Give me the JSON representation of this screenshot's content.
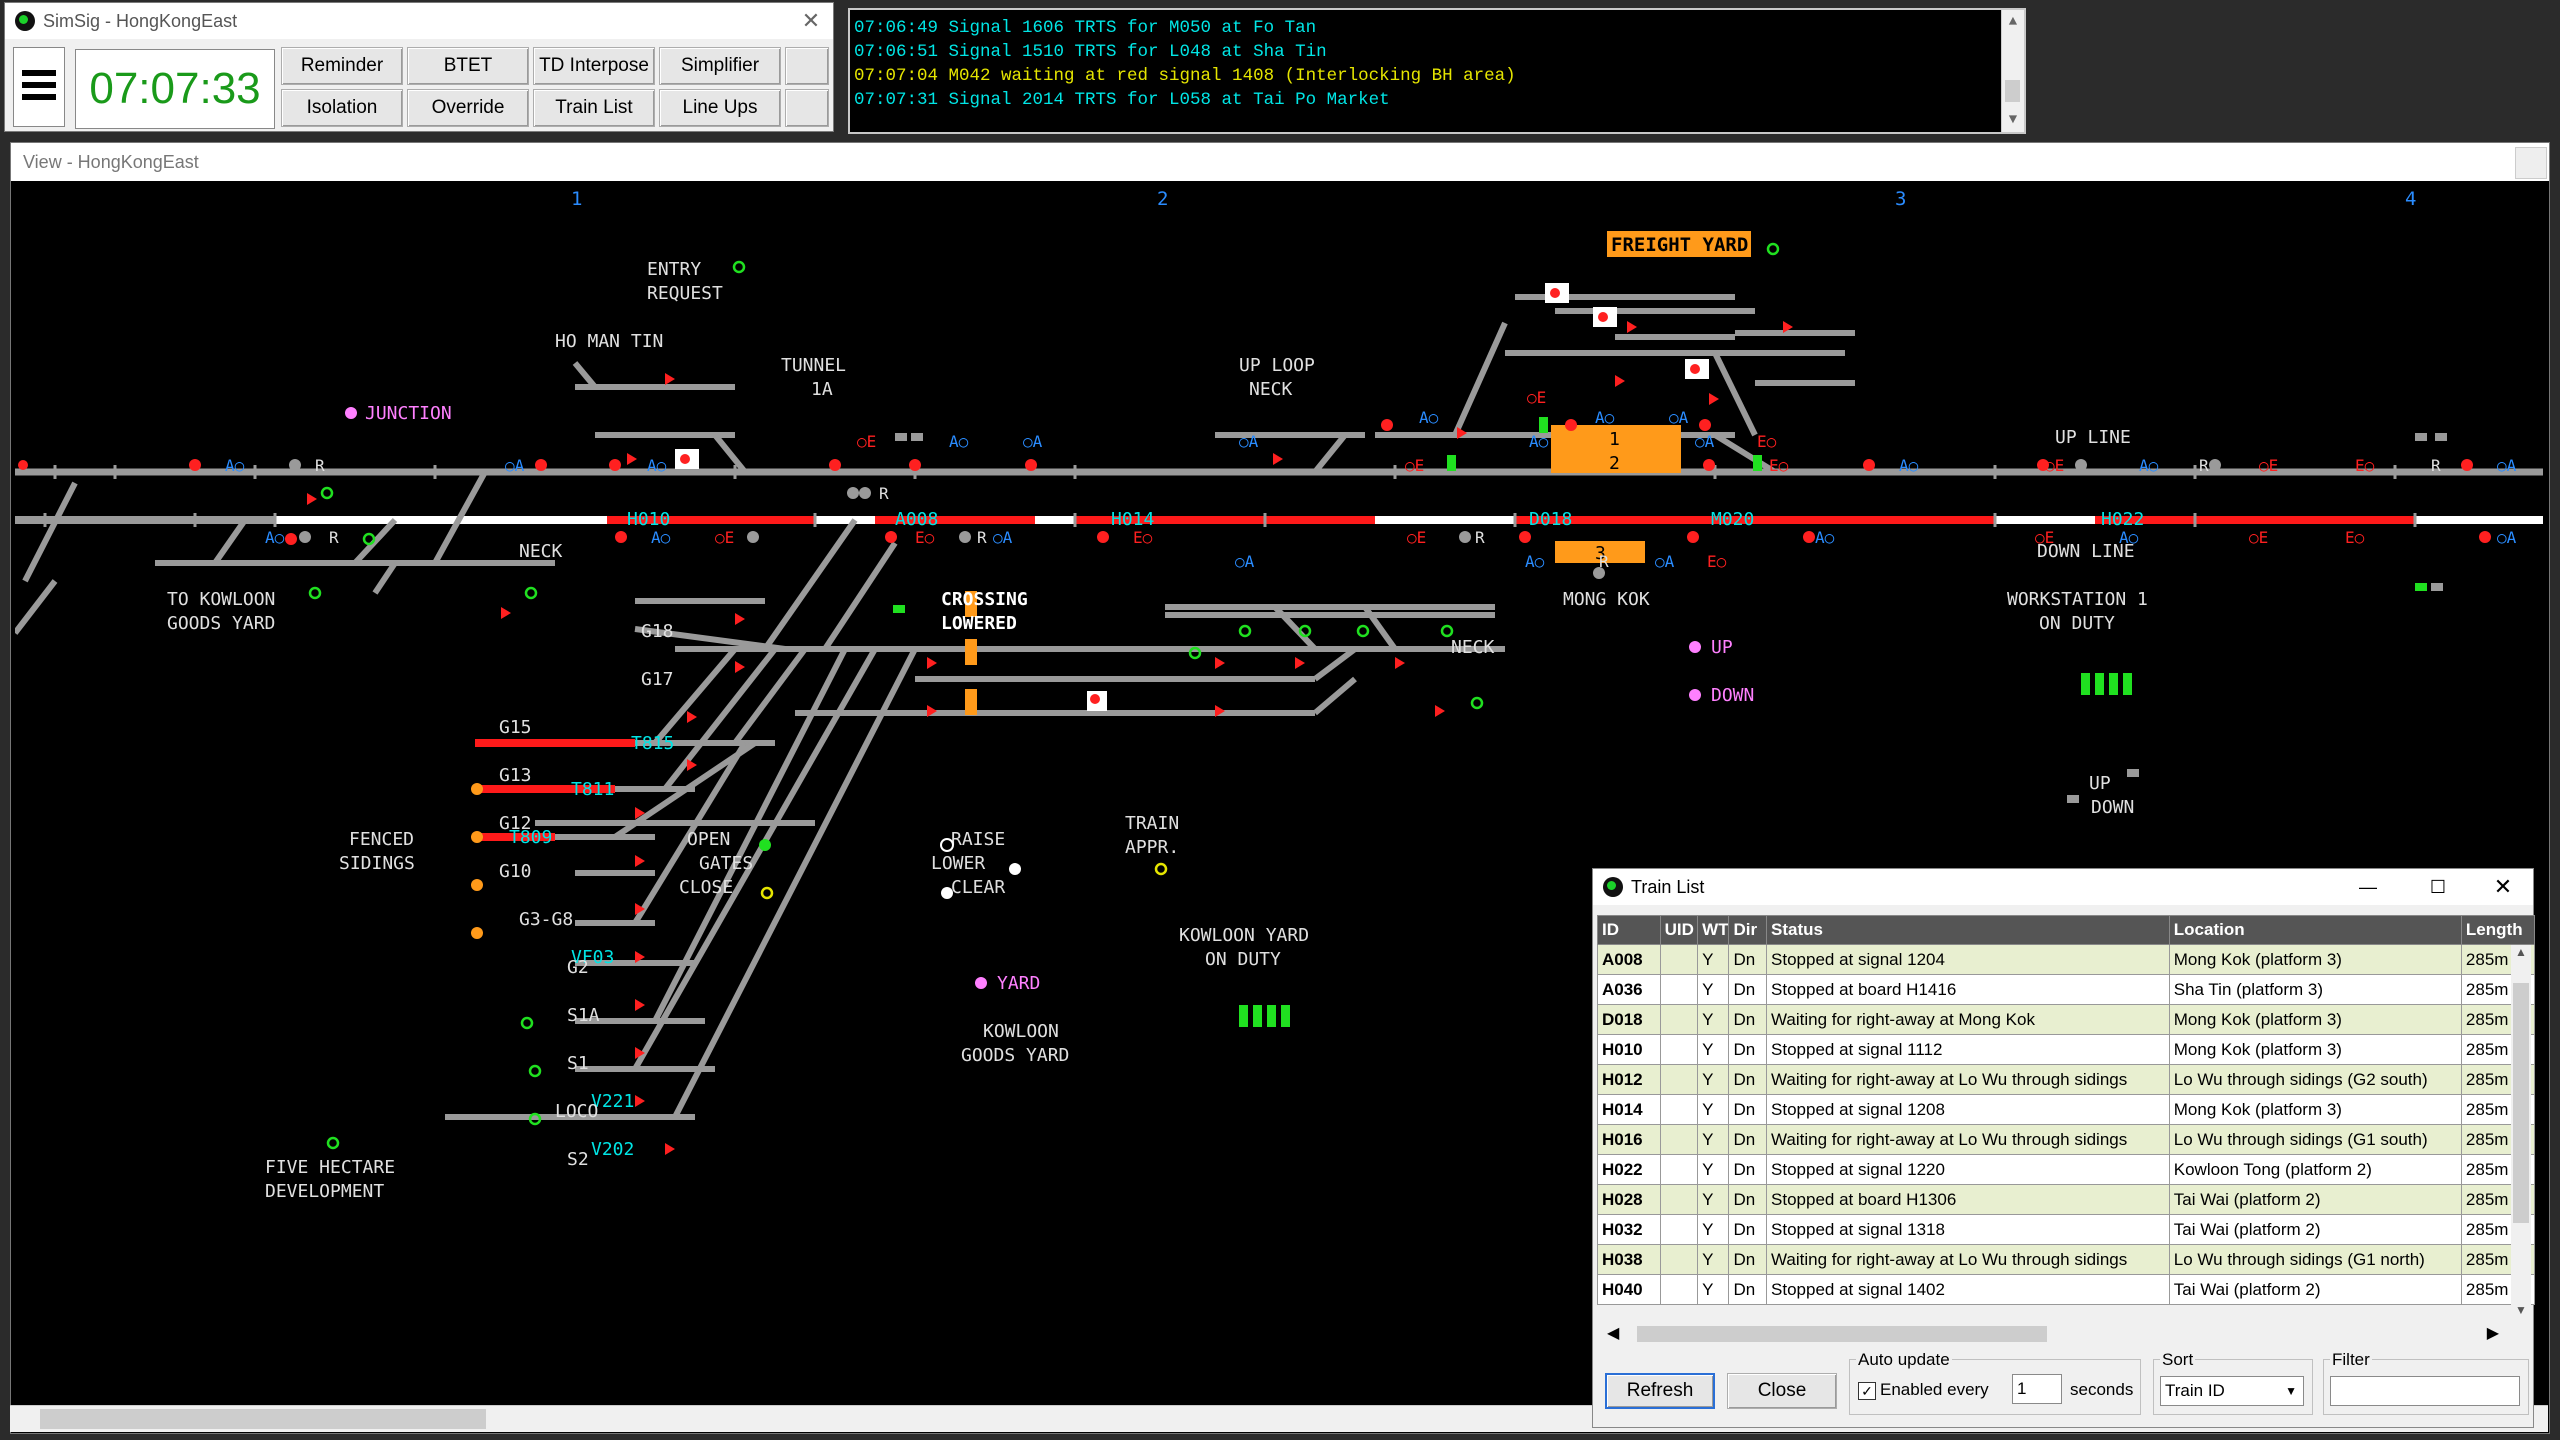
{
  "control": {
    "title": "SimSig - HongKongEast",
    "clock": "07:07:33",
    "buttons": [
      "Reminder",
      "BTET",
      "TD Interpose",
      "Simplifier",
      "Isolation",
      "Override",
      "Train List",
      "Line Ups"
    ]
  },
  "messages": [
    {
      "text": "07:06:49 Signal 1606 TRTS for M050 at Fo Tan",
      "color": "#00e5e5"
    },
    {
      "text": "07:06:51 Signal 1510 TRTS for L048 at Sha Tin",
      "color": "#00e5e5"
    },
    {
      "text": "07:07:04 M042 waiting at red signal 1408 (Interlocking BH area)",
      "color": "#e5e500"
    },
    {
      "text": "07:07:31 Signal 2014 TRTS for L058 at Tai Po Market",
      "color": "#00e5e5"
    }
  ],
  "view": {
    "title": "View - HongKongEast",
    "sections": [
      "1",
      "2",
      "3",
      "4"
    ],
    "labels": {
      "entry_request": "ENTRY",
      "entry_request2": "REQUEST",
      "ho_man_tin": "HO MAN TIN",
      "junction": "JUNCTION",
      "tunnel": "TUNNEL",
      "tunnel2": "1A",
      "up_loop_neck": "UP LOOP",
      "up_loop_neck2": "NECK",
      "freight_yard": "FREIGHT YARD",
      "up_line": "UP LINE",
      "down_line": "DOWN LINE",
      "neck_left": "NECK",
      "to_kowloon": "TO KOWLOON",
      "goods_yard": "GOODS YARD",
      "crossing": "CROSSING",
      "lowered": "LOWERED",
      "mong_kok": "MONG KOK",
      "workstation": "WORKSTATION 1",
      "on_duty": "ON DUTY",
      "neck_right": "NECK",
      "up": "UP",
      "down": "DOWN",
      "up2": "UP",
      "down2": "DOWN",
      "fenced": "FENCED",
      "sidings": "SIDINGS",
      "open": "OPEN",
      "gates": "GATES",
      "close": "CLOSE",
      "raise": "RAISE",
      "lower": "LOWER",
      "clear": "CLEAR",
      "train_appr": "TRAIN",
      "train_appr2": "APPR.",
      "yard": "YARD",
      "kowloon_goods": "KOWLOON",
      "kowloon_goods2": "GOODS YARD",
      "kowloon_yard": "KOWLOON YARD",
      "kowloon_yard2": "ON DUTY",
      "five_hectare": "FIVE HECTARE",
      "development": "DEVELOPMENT",
      "loco": "LOCO",
      "r": "R"
    },
    "sidings": [
      "G18",
      "G17",
      "G15",
      "G13",
      "G12",
      "G10",
      "G3-G8",
      "G2",
      "S1A",
      "S1",
      "S2"
    ],
    "platforms": [
      "1",
      "2",
      "3"
    ],
    "train_ids": {
      "main": [
        "H010",
        "A008",
        "H014",
        "D018",
        "M020",
        "H022"
      ],
      "sidings": [
        "T815",
        "T811",
        "T809",
        "VF03",
        "V221",
        "V202"
      ]
    }
  },
  "train_list": {
    "title": "Train List",
    "columns": [
      "ID",
      "UID",
      "WTT",
      "Dir",
      "Status",
      "Location",
      "Length"
    ],
    "rows": [
      [
        "A008",
        "",
        "Y",
        "Dn",
        "Stopped at signal 1204",
        "Mong Kok (platform 3)",
        "285m"
      ],
      [
        "A036",
        "",
        "Y",
        "Dn",
        "Stopped at board H1416",
        "Sha Tin (platform 3)",
        "285m"
      ],
      [
        "D018",
        "",
        "Y",
        "Dn",
        "Waiting for right-away at Mong Kok",
        "Mong Kok (platform 3)",
        "285m"
      ],
      [
        "H010",
        "",
        "Y",
        "Dn",
        "Stopped at signal 1112",
        "Mong Kok (platform 3)",
        "285m"
      ],
      [
        "H012",
        "",
        "Y",
        "Dn",
        "Waiting for right-away at Lo Wu through sidings",
        "Lo Wu through sidings (G2 south)",
        "285m"
      ],
      [
        "H014",
        "",
        "Y",
        "Dn",
        "Stopped at signal 1208",
        "Mong Kok (platform 3)",
        "285m"
      ],
      [
        "H016",
        "",
        "Y",
        "Dn",
        "Waiting for right-away at Lo Wu through sidings",
        "Lo Wu through sidings (G1 south)",
        "285m"
      ],
      [
        "H022",
        "",
        "Y",
        "Dn",
        "Stopped at signal 1220",
        "Kowloon Tong (platform 2)",
        "285m"
      ],
      [
        "H028",
        "",
        "Y",
        "Dn",
        "Stopped at board H1306",
        "Tai Wai (platform 2)",
        "285m"
      ],
      [
        "H032",
        "",
        "Y",
        "Dn",
        "Stopped at signal 1318",
        "Tai Wai (platform 2)",
        "285m"
      ],
      [
        "H038",
        "",
        "Y",
        "Dn",
        "Waiting for right-away at Lo Wu through sidings",
        "Lo Wu through sidings (G1 north)",
        "285m"
      ],
      [
        "H040",
        "",
        "Y",
        "Dn",
        "Stopped at signal 1402",
        "Tai Wai (platform 2)",
        "285m"
      ]
    ],
    "refresh": "Refresh",
    "close": "Close",
    "auto_update": "Auto update",
    "enabled_every": "Enabled every",
    "interval": "1",
    "seconds": "seconds",
    "sort_label": "Sort",
    "sort_value": "Train ID",
    "filter_label": "Filter"
  }
}
